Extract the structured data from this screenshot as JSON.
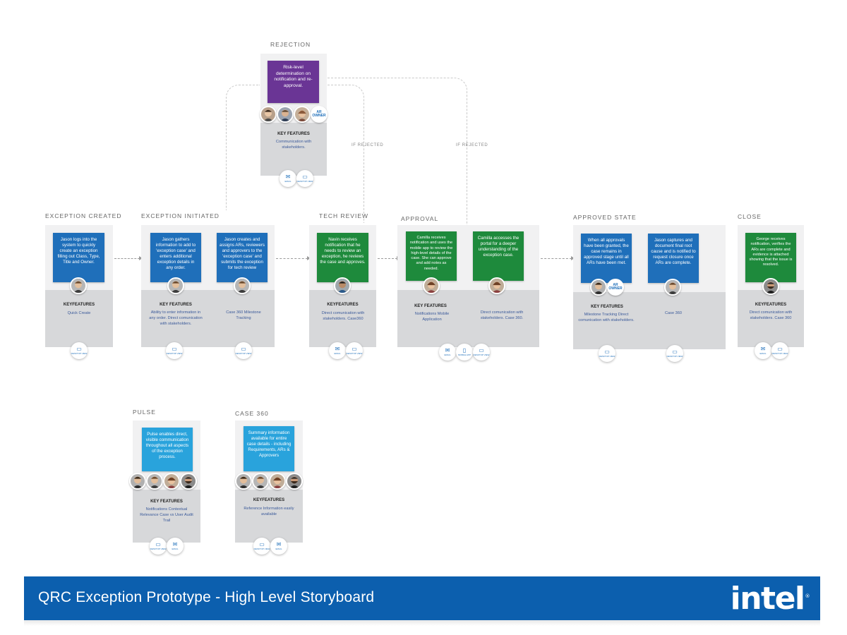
{
  "footer": {
    "title": "QRC Exception Prototype - High Level Storyboard",
    "logo": "intel"
  },
  "labels": {
    "rejection": "REJECTION",
    "exception_created": "EXCEPTION CREATED",
    "exception_initiated": "EXCEPTION INITIATED",
    "tech_review": "TECH REVIEW",
    "approval": "APPROVAL",
    "approved_state": "APPROVED STATE",
    "close": "CLOSE",
    "pulse": "PULSE",
    "case360": "CASE 360",
    "if_rejected_1": "IF REJECTED",
    "if_rejected_2": "IF REJECTED",
    "key_features": "KEY FEATURES",
    "keyfeatures": "KEYFEATURES"
  },
  "cards": {
    "rejection": "Risk-level determination on notification and re-approval.",
    "created": "Jason logs into the system to quickly create an exception filling out Class, Type, Title and Owner.",
    "initiated_1": "Jason gathers information to add to 'exception case' and enters additional exception details in any order.",
    "initiated_2": "Jason creates and assigns ARs, reviewers and approvers to the 'exception case' and submits the exception for tech review",
    "tech_review": "Navin receives notification that he needs to review an exception, he reviews the case and approves.",
    "approval_1": "Camilla receives notification and uses the mobile app to review the high-level details of the case. She can approve and add notes as needed.",
    "approval_2": "Camilla accesses the portal for a deeper understanding of the exception case.",
    "approved_1": "When all approvals have been granted, the case remains in approved stage until all ARs have been met.",
    "approved_2": "Jason captures and document final root cause and is notified to request closure once ARs are complete.",
    "close": "George receives notification, verifies the ARs are complete and evidence is attached showing that the issue is resolved.",
    "pulse": "Pulse enables direct, visible communication throughout all aspects of the exception process.",
    "case360": "Summary information available for entire case details - including Requirements, ARs & Approvers"
  },
  "badges": {
    "ar_owner": "AR OWNER",
    "ar_owner_2": "AR OWNER"
  },
  "features": {
    "rejection": "Communication with stakeholders.",
    "created": "Quick Create",
    "initiated_1": "Ability to enter information in any order. Direct comunication with stakeholders.",
    "initiated_2": "Case 360 Milestone Tracking",
    "tech_review": "Direct comunication with stakeholders. Case360",
    "approval_1": "Notifications Mobile Application",
    "approval_2": "Direct comunication with stakeholders. Case 360.",
    "approved_1": "Milestone Tracking Direct comunication with stakeholders.",
    "approved_2": "Case 360",
    "close": "Direct comunication with stakeholders. Case 360",
    "pulse": "Notifications Contextual Relevance Case vs User Audit Trail",
    "case360": "Reference Information easily available"
  },
  "feature_icons": {
    "email": "EMAIL",
    "desktop": "DESKTOP VIEW",
    "mobile": "MOBILE APP"
  }
}
